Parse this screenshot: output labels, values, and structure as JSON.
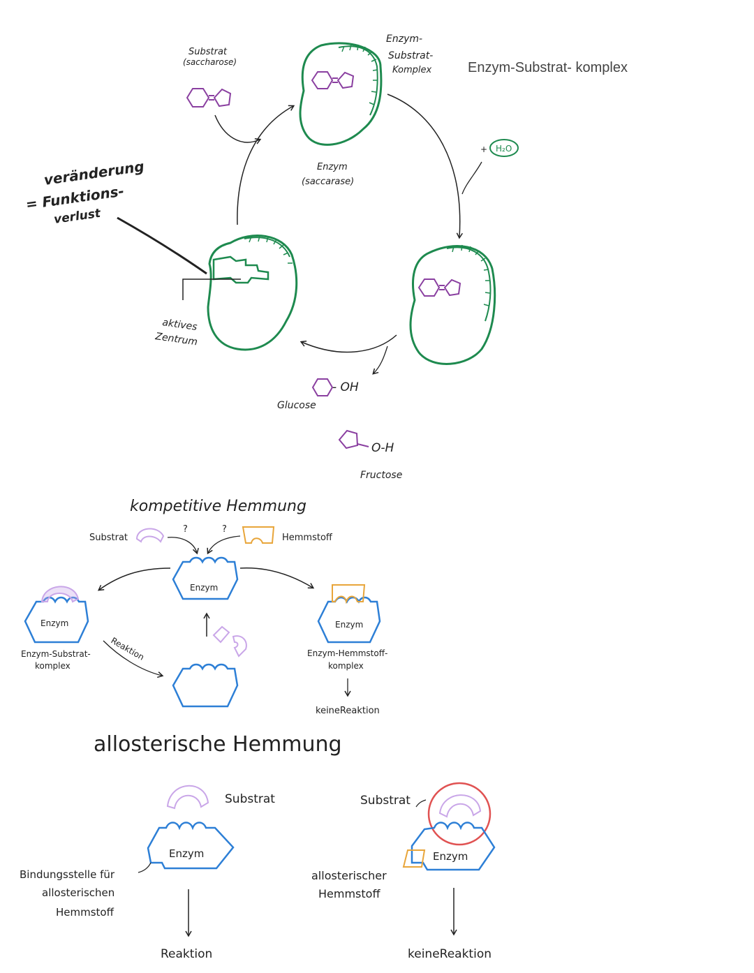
{
  "colors": {
    "enzyme_green": "#1e8a4f",
    "substrate_purple": "#8a3fa0",
    "enzyme_blue": "#2d7fd6",
    "substrate_lilac": "#c9a6e8",
    "inhibitor_orange": "#e8a53a",
    "highlight_red": "#e05252",
    "ink": "#222222"
  },
  "cycle": {
    "substrate_label": "Substrat",
    "substrate_sub": "(saccharose)",
    "complex_label_1": "Enzym-",
    "complex_label_2": "Substrat-",
    "complex_label_3": "Komplex",
    "complex_title": "Enzym-Substrat- komplex",
    "water": "H₂O",
    "water_plus": "+",
    "enzyme_label": "Enzym",
    "enzyme_sub": "(saccarase)",
    "change_1": "veränderung",
    "change_2": "= Funktions-",
    "change_3": "verlust",
    "active_1": "aktives",
    "active_2": "Zentrum",
    "glucose": "Glucose",
    "glucose_group": "- OH",
    "fructose": "Fructose",
    "fructose_group": "O-H"
  },
  "competitive": {
    "title": "kompetitive Hemmung",
    "substrate": "Substrat",
    "inhibitor": "Hemmstoff",
    "q1": "?",
    "q2": "?",
    "enzyme_center": "Enzym",
    "enzyme_left": "Enzym",
    "enzyme_right": "Enzym",
    "es_complex_1": "Enzym-Substrat-",
    "es_complex_2": "komplex",
    "reaction": "Reaktion",
    "ei_complex_1": "Enzym-Hemmstoff-",
    "ei_complex_2": "komplex",
    "no_reaction": "keineReaktion"
  },
  "allosteric": {
    "title": "allosterische Hemmung",
    "substrate_left": "Substrat",
    "enzyme_left": "Enzym",
    "binding_1": "Bindungsstelle für",
    "binding_2": "allosterischen",
    "binding_3": "Hemmstoff",
    "reaction": "Reaktion",
    "substrate_right": "Substrat",
    "enzyme_right": "Enzym",
    "inhibitor_1": "allosterischer",
    "inhibitor_2": "Hemmstoff",
    "no_reaction": "keineReaktion"
  }
}
